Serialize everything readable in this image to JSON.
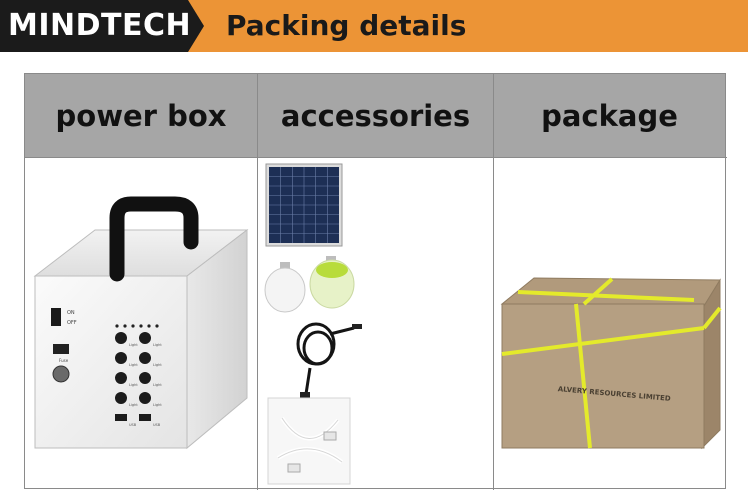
{
  "banner": {
    "brand": "MINDTECH",
    "title": "Packing details",
    "colors": {
      "banner": "#ec9436",
      "brand_bg": "#1b1b1b"
    }
  },
  "table": {
    "columns": [
      {
        "header": "power box",
        "image": "solar-power-box-unit"
      },
      {
        "header": "accessories",
        "image": "solar-panel-bulbs-cables"
      },
      {
        "header": "package",
        "image": "cardboard-carton"
      }
    ],
    "power_box": {
      "switch_on": "ON",
      "switch_off": "OFF",
      "port_labels": [
        "Light",
        "Light",
        "Light",
        "Light",
        "Light",
        "Light",
        "Light",
        "Light",
        "USB",
        "USB"
      ],
      "fuse_label": "Fuse"
    },
    "carton_text": "ALVERY RESOURCES LIMITED"
  }
}
